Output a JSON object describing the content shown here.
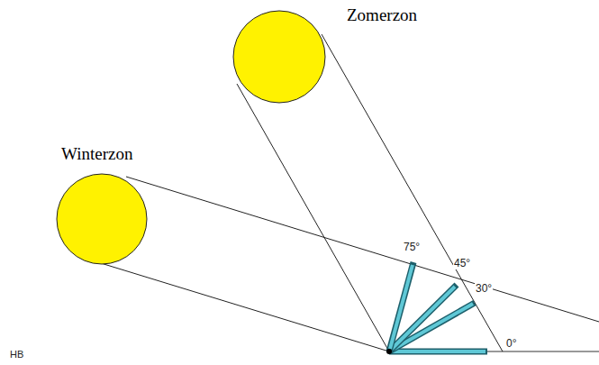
{
  "diagram": {
    "nodes": [
      {
        "text": [
          "Zomerzon"
        ]
      },
      {
        "text": [
          "Winterzon"
        ]
      }
    ],
    "labels": [
      "75°",
      "45°",
      "30°",
      "0°",
      "HB"
    ]
  }
}
